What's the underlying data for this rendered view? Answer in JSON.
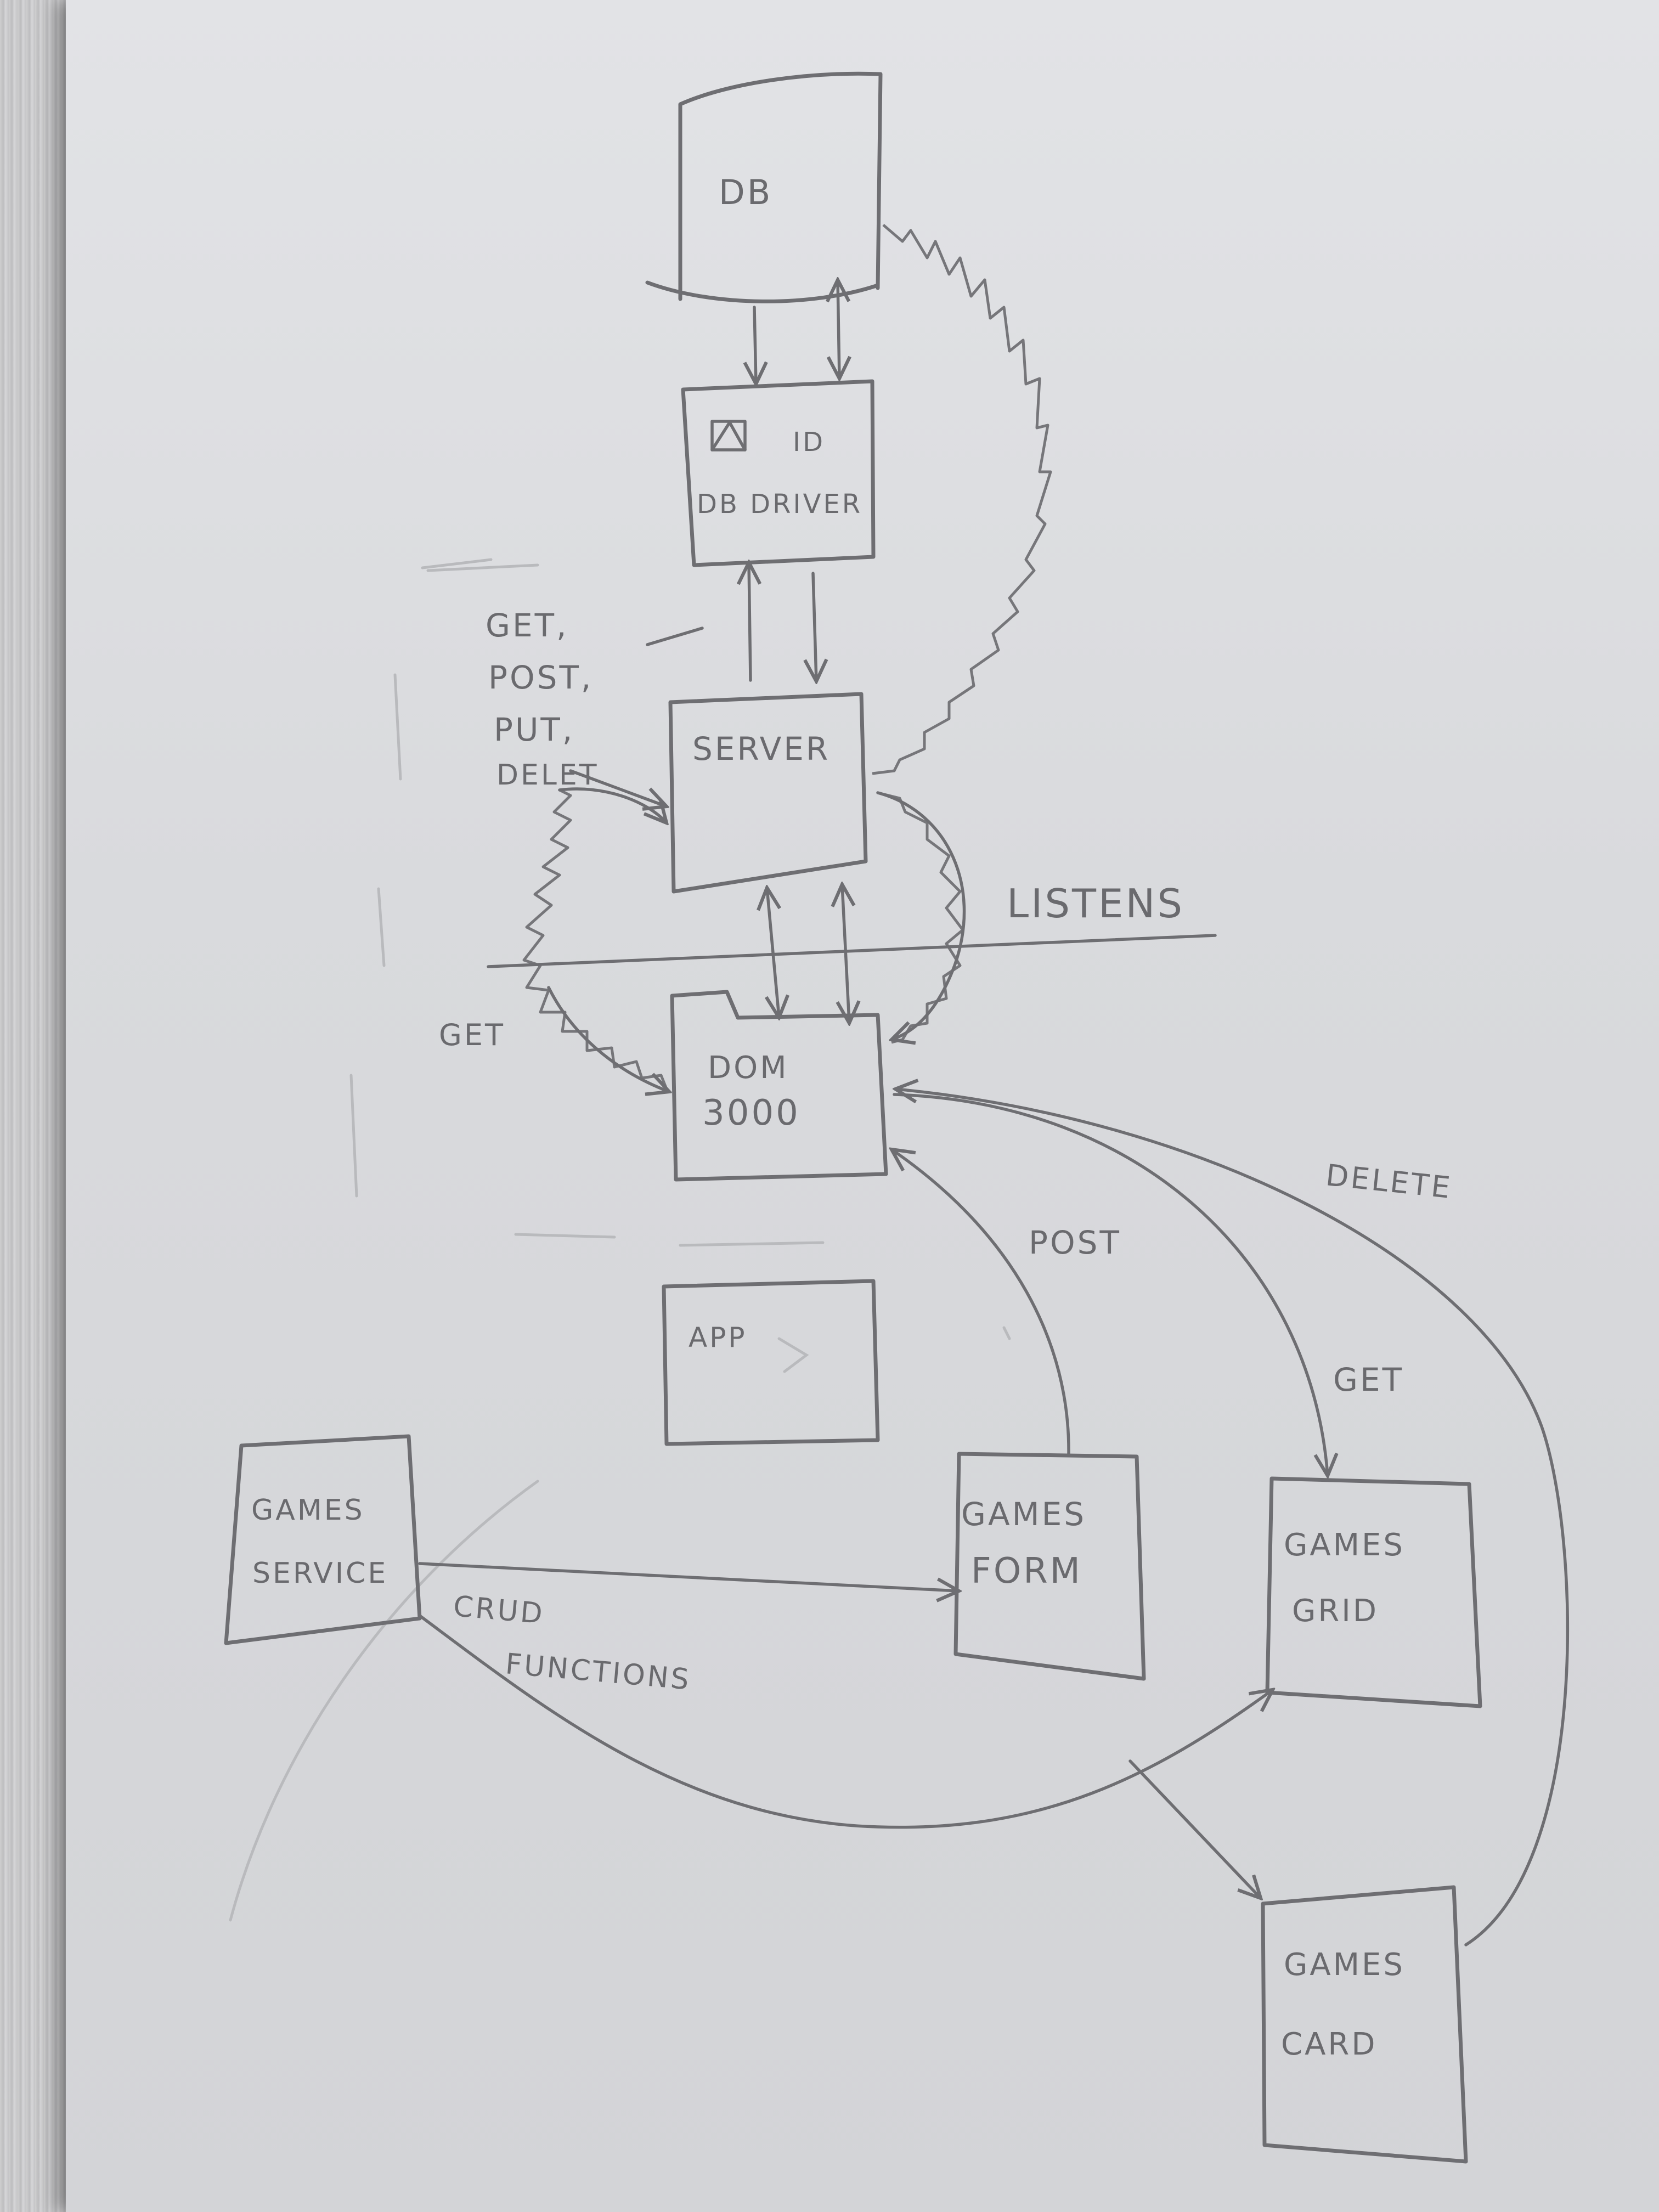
{
  "nodes": {
    "db": "DB",
    "db_driver_id": "ID",
    "db_driver": "DB DRIVER",
    "server": "SERVER",
    "dom_line1": "DOM",
    "dom_line2": "3000",
    "app": "APP",
    "games_service_line1": "GAMES",
    "games_service_line2": "SERVICE",
    "games_form_line1": "GAMES",
    "games_form_line2": "FORM",
    "games_grid_line1": "GAMES",
    "games_grid_line2": "GRID",
    "games_card_line1": "GAMES",
    "games_card_line2": "CARD"
  },
  "labels": {
    "methods": [
      "GET,",
      "POST,",
      "PUT,",
      "DELET"
    ],
    "listens": "LISTENS",
    "get_left": "GET",
    "post": "POST",
    "delete": "DELETE",
    "get": "GET",
    "crud_line1": "CRUD",
    "crud_line2": "FUNCTIONS"
  }
}
